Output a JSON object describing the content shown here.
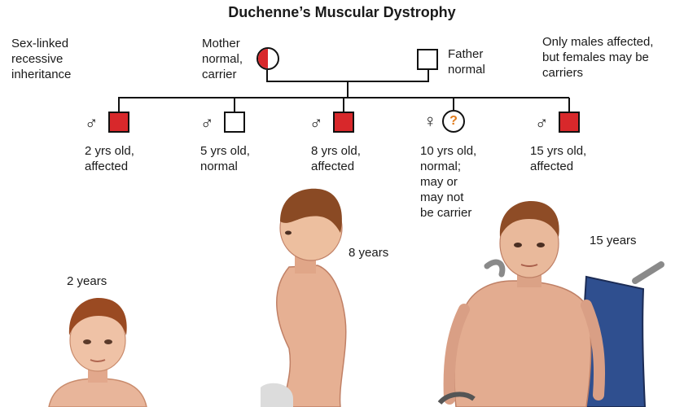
{
  "title": "Duchenne’s Muscular Dystrophy",
  "notes": {
    "left": [
      "Sex-linked",
      "recessive",
      "inheritance"
    ],
    "right": [
      "Only males affected,",
      "but females may be",
      "carriers"
    ]
  },
  "parents": {
    "mother": {
      "label": [
        "Mother",
        "normal,",
        "carrier"
      ],
      "status": "carrier"
    },
    "father": {
      "label": [
        "Father",
        "normal"
      ],
      "status": "normal"
    }
  },
  "children": [
    {
      "sex_symbol": "♂",
      "label": [
        "2 yrs old,",
        "affected"
      ],
      "status": "affected"
    },
    {
      "sex_symbol": "♂",
      "label": [
        "5 yrs old,",
        "normal"
      ],
      "status": "normal"
    },
    {
      "sex_symbol": "♂",
      "label": [
        "8 yrs old,",
        "affected"
      ],
      "status": "affected"
    },
    {
      "sex_symbol": "♀",
      "label": [
        "10 yrs old,",
        "normal;",
        "may or",
        "may not",
        "be carrier"
      ],
      "status": "unknown",
      "mark": "?"
    },
    {
      "sex_symbol": "♂",
      "label": [
        "15 yrs old,",
        "affected"
      ],
      "status": "affected"
    }
  ],
  "illustrations": [
    {
      "age_label": "2 years"
    },
    {
      "age_label": "8 years"
    },
    {
      "age_label": "15 years"
    }
  ],
  "colors": {
    "affected": "#d8282b",
    "line": "#111111",
    "question": "#e07a1a",
    "skin": "#e8b59a",
    "hair": "#9a4a22"
  }
}
